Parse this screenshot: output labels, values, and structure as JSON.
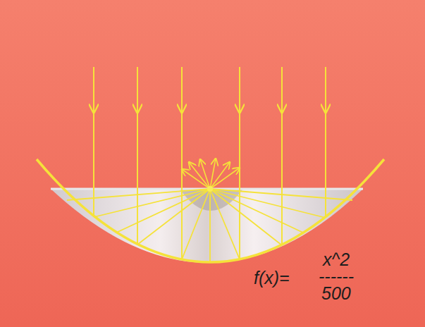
{
  "diagram": {
    "labels": [
      "f(x)=",
      "x^2",
      "------",
      "500"
    ]
  }
}
